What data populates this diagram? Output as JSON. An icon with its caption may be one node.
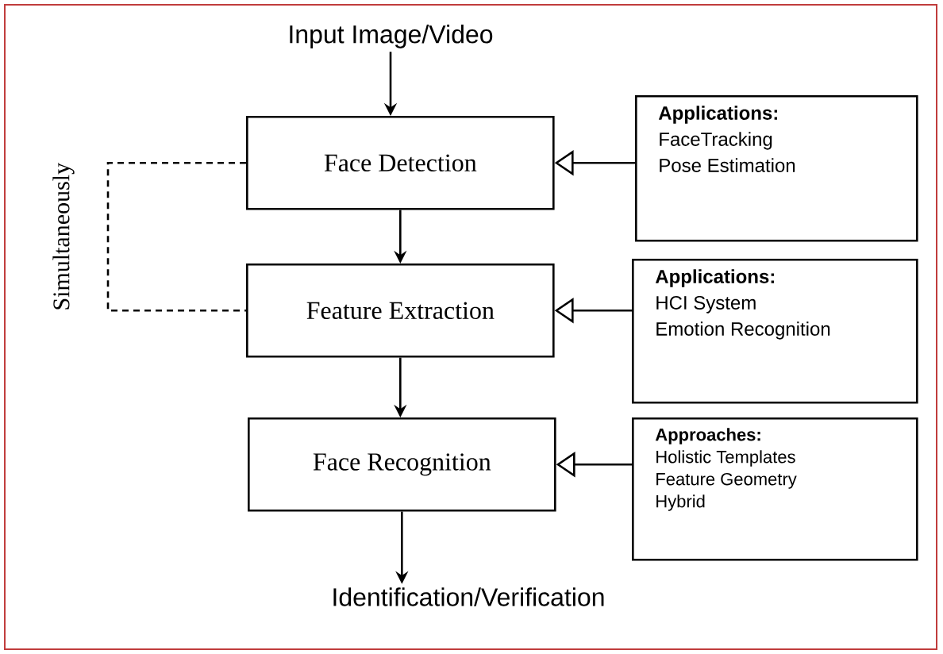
{
  "diagram": {
    "nodes": [
      {
        "text": [
          "Input Image/Video"
        ]
      },
      {
        "text": [
          "Face Detection"
        ]
      },
      {
        "text": [
          "Feature Extraction"
        ]
      },
      {
        "text": [
          "Face Recognition"
        ]
      },
      {
        "text": [
          "Identification/Verification"
        ]
      },
      {
        "text": [
          "Applications:",
          "FaceTracking",
          "Pose Estimation"
        ]
      },
      {
        "text": [
          "Applications:",
          "HCI System",
          "Emotion Recognition"
        ]
      },
      {
        "text": [
          "Approaches:",
          "Holistic Templates",
          "Feature Geometry",
          "Hybrid"
        ]
      }
    ],
    "edges": [
      {
        "from": 0,
        "to": 1,
        "arrow": "to"
      },
      {
        "from": 1,
        "to": 2,
        "arrow": "to"
      },
      {
        "from": 2,
        "to": 3,
        "arrow": "to"
      },
      {
        "from": 3,
        "to": 4,
        "arrow": "to"
      },
      {
        "from": 5,
        "to": 1,
        "arrow": "to"
      },
      {
        "from": 6,
        "to": 2,
        "arrow": "to"
      },
      {
        "from": 7,
        "to": 3,
        "arrow": "to"
      },
      {
        "from": 1,
        "to": 2,
        "arrow": "none",
        "style": "dashed",
        "label": "Simultaneously"
      }
    ]
  }
}
